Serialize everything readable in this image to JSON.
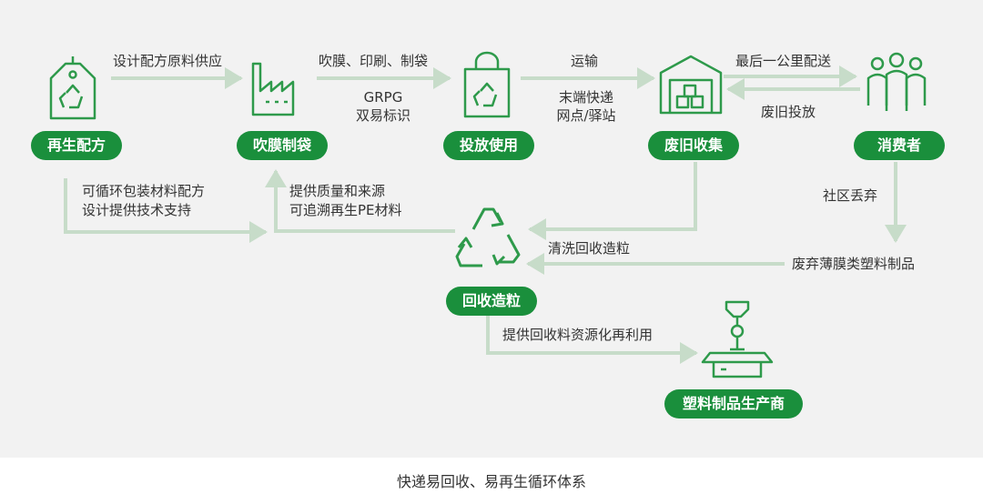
{
  "colors": {
    "node_fill": "#1a8f3c",
    "arrow": "#c7dcc9",
    "icon": "#2e9a4b",
    "panel_bg": "#f2f2f2"
  },
  "icons": [
    "recycle-tag-icon",
    "factory-icon",
    "shopping-bag-recycle-icon",
    "warehouse-icon",
    "consumers-icon",
    "recycle-icon",
    "robot-arm-box-icon"
  ],
  "nodes": {
    "formula": "再生配方",
    "blow": "吹膜制袋",
    "use": "投放使用",
    "collect": "废旧收集",
    "consumer": "消费者",
    "pellet": "回收造粒",
    "producer": "塑料制品生产商"
  },
  "edges": {
    "formula_to_blow": "设计配方原料供应",
    "blow_to_use": "吹膜、印刷、制袋",
    "grpg_line1": "GRPG",
    "grpg_line2": "双易标识",
    "use_to_collect": "运输",
    "express_line1": "末端快递",
    "express_line2": "网点/驿站",
    "collect_to_consumer": "最后一公里配送",
    "consumer_to_collect": "废旧投放",
    "consumer_down": "社区丢弃",
    "formula_down_line1": "可循环包装材料配方",
    "formula_down_line2": "设计提供技术支持",
    "pellet_up_line1": "提供质量和来源",
    "pellet_up_line2": "可追溯再生PE材料",
    "collect_to_pellet": "清洗回收造粒",
    "waste_film": "废弃薄膜类塑料制品",
    "pellet_to_producer": "提供回收料资源化再利用"
  },
  "caption": "快递易回收、易再生循环体系"
}
